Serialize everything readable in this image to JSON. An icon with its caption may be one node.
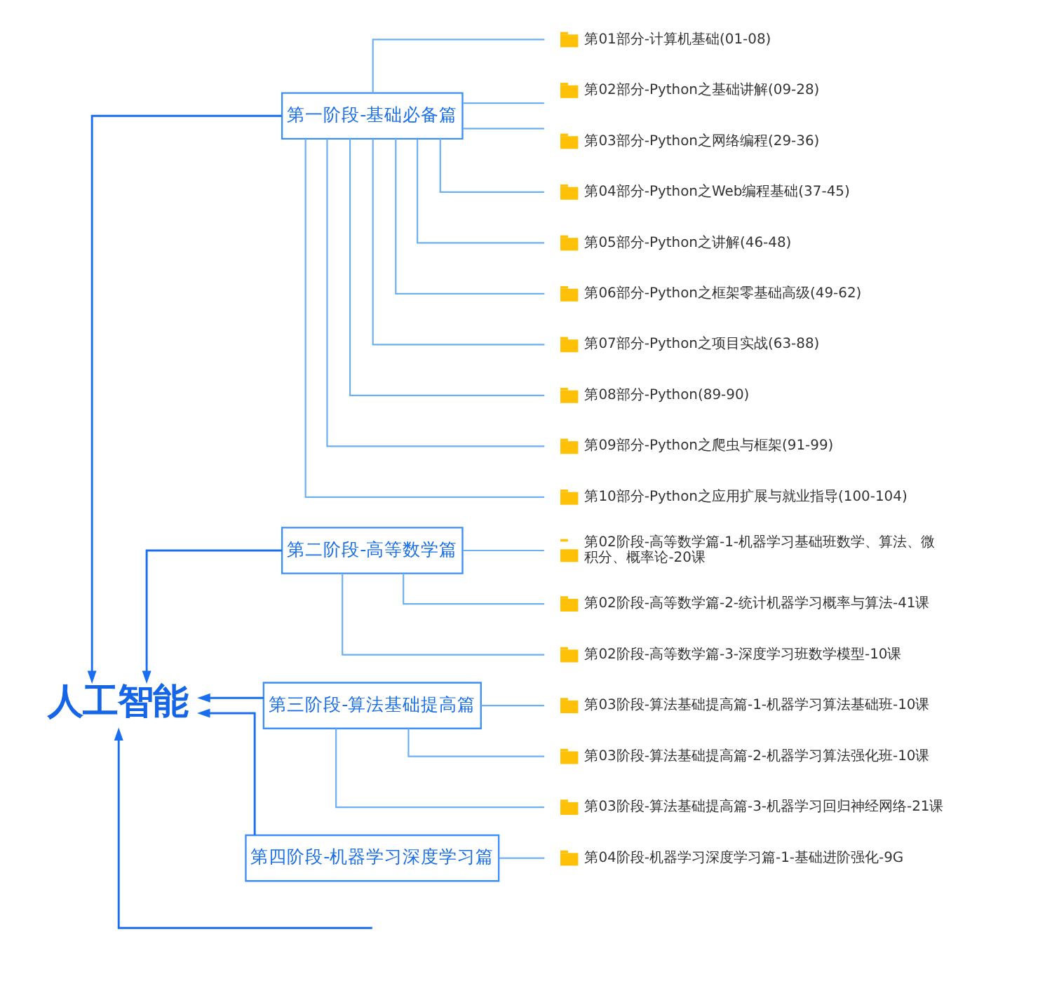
{
  "diagram": {
    "nodes": [
      {
        "text": [
          "人工智能"
        ]
      },
      {
        "text": [
          "第一阶段-基础必备篇"
        ]
      },
      {
        "text": [
          "第01部分-计算机基础(01-08)"
        ]
      },
      {
        "text": [
          "第02部分-Python之基础讲解(09-28)"
        ]
      },
      {
        "text": [
          "第03部分-Python之网络编程(29-36)"
        ]
      },
      {
        "text": [
          "第04部分-Python之Web编程基础(37-45)"
        ]
      },
      {
        "text": [
          "第05部分-Python之讲解(46-48)"
        ]
      },
      {
        "text": [
          "第06部分-Python之框架零基础高级(49-62)"
        ]
      },
      {
        "text": [
          "第07部分-Python之项目实战(63-88)"
        ]
      },
      {
        "text": [
          "第08部分-Python(89-90)"
        ]
      },
      {
        "text": [
          "第09部分-Python之爬虫与框架(91-99)"
        ]
      },
      {
        "text": [
          "第10部分-Python之应用扩展与就业指导(100-104)"
        ]
      },
      {
        "text": [
          "第二阶段-高等数学篇"
        ]
      },
      {
        "text": [
          "第02阶段-高等数学篇-1-机器学习基础班数学、算法、微积分、概率论-20课"
        ]
      },
      {
        "text": [
          "第02阶段-高等数学篇-2-统计机器学习概率与算法-41课"
        ]
      },
      {
        "text": [
          "第02阶段-高等数学篇-3-深度学习班数学模型-10课"
        ]
      },
      {
        "text": [
          "第三阶段-算法基础提高篇"
        ]
      },
      {
        "text": [
          "第03阶段-算法基础提高篇-1-机器学习算法基础班-10课"
        ]
      },
      {
        "text": [
          "第03阶段-算法基础提高篇-2-机器学习算法强化班-10课"
        ]
      },
      {
        "text": [
          "第03阶段-算法基础提高篇-3-机器学习回归神经网络-21课"
        ]
      },
      {
        "text": [
          "第四阶段-机器学习深度学习篇"
        ]
      },
      {
        "text": [
          "第04阶段-机器学习深度学习篇-1-基础进阶强化-9G"
        ]
      }
    ],
    "edges": [
      {
        "from": 1,
        "to": 0,
        "arrow": "to",
        "color": "#1a6ef0"
      },
      {
        "from": 1,
        "to": 2,
        "arrow": "none"
      },
      {
        "from": 1,
        "to": 3,
        "arrow": "none"
      },
      {
        "from": 1,
        "to": 4,
        "arrow": "none"
      },
      {
        "from": 1,
        "to": 5,
        "arrow": "none"
      },
      {
        "from": 1,
        "to": 6,
        "arrow": "none"
      },
      {
        "from": 1,
        "to": 7,
        "arrow": "none"
      },
      {
        "from": 1,
        "to": 8,
        "arrow": "none"
      },
      {
        "from": 1,
        "to": 9,
        "arrow": "none"
      },
      {
        "from": 1,
        "to": 10,
        "arrow": "none"
      },
      {
        "from": 1,
        "to": 11,
        "arrow": "none"
      },
      {
        "from": 12,
        "to": 0,
        "arrow": "to",
        "color": "#1a6ef0"
      },
      {
        "from": 12,
        "to": 13,
        "arrow": "none"
      },
      {
        "from": 12,
        "to": 14,
        "arrow": "none"
      },
      {
        "from": 12,
        "to": 15,
        "arrow": "none"
      },
      {
        "from": 16,
        "to": 0,
        "arrow": "to",
        "color": "#1a6ef0"
      },
      {
        "from": 16,
        "to": 17,
        "arrow": "none"
      },
      {
        "from": 16,
        "to": 18,
        "arrow": "none"
      },
      {
        "from": 16,
        "to": 19,
        "arrow": "none"
      },
      {
        "from": 20,
        "to": 0,
        "arrow": "to",
        "color": "#1a6ef0"
      },
      {
        "from": 20,
        "to": 21,
        "arrow": "none"
      },
      {
        "from": null,
        "to": 0,
        "arrow": "to",
        "color": "#1a6ef0"
      }
    ]
  }
}
